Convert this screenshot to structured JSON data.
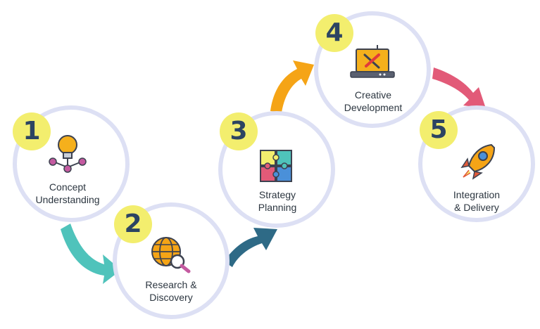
{
  "steps": [
    {
      "number": "1",
      "line1": "Concept",
      "line2": "Understanding",
      "icon": "lightbulb-icon"
    },
    {
      "number": "2",
      "line1": "Research &",
      "line2": "Discovery",
      "icon": "globe-search-icon"
    },
    {
      "number": "3",
      "line1": "Strategy",
      "line2": "Planning",
      "icon": "puzzle-icon"
    },
    {
      "number": "4",
      "line1": "Creative",
      "line2": "Development",
      "icon": "laptop-tools-icon"
    },
    {
      "number": "5",
      "line1": "Integration",
      "line2": "& Delivery",
      "icon": "rocket-icon"
    }
  ],
  "colors": {
    "badge": "#f3ee6e",
    "ring": "#dde0f4",
    "arrow_1_2": "#4fc3bb",
    "arrow_2_3": "#2e6a86",
    "arrow_3_4": "#f5a416",
    "arrow_4_5": "#e25a78"
  }
}
